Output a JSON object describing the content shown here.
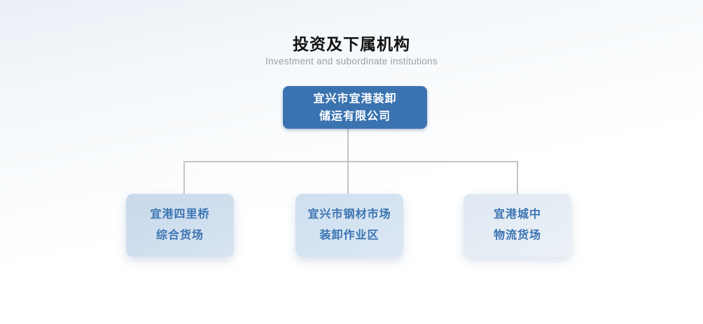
{
  "header": {
    "title": "投资及下属机构",
    "subtitle": "Investment and subordinate institutions"
  },
  "org_chart": {
    "type": "organization-tree",
    "root": {
      "lines": [
        "宜兴市宜港装卸",
        "储运有限公司"
      ]
    },
    "children": [
      {
        "lines": [
          "宜港四里桥",
          "综合货场"
        ]
      },
      {
        "lines": [
          "宜兴市钢材市场",
          "装卸作业区"
        ]
      },
      {
        "lines": [
          "宜港城中",
          "物流货场"
        ]
      }
    ]
  },
  "colors": {
    "bg_top": "#e9eff6",
    "title_text": "#111111",
    "subtitle_text": "#9b9fa3",
    "root_box_bg": "#3a73b0",
    "root_box_text": "#ffffff",
    "child_text": "#3b74b2",
    "child_box_left_bg": "#c8d9eb",
    "child_box_middle_bg": "#cedfef",
    "child_box_right_bg": "#dfe8f2",
    "connector": "#c3c5c7"
  }
}
